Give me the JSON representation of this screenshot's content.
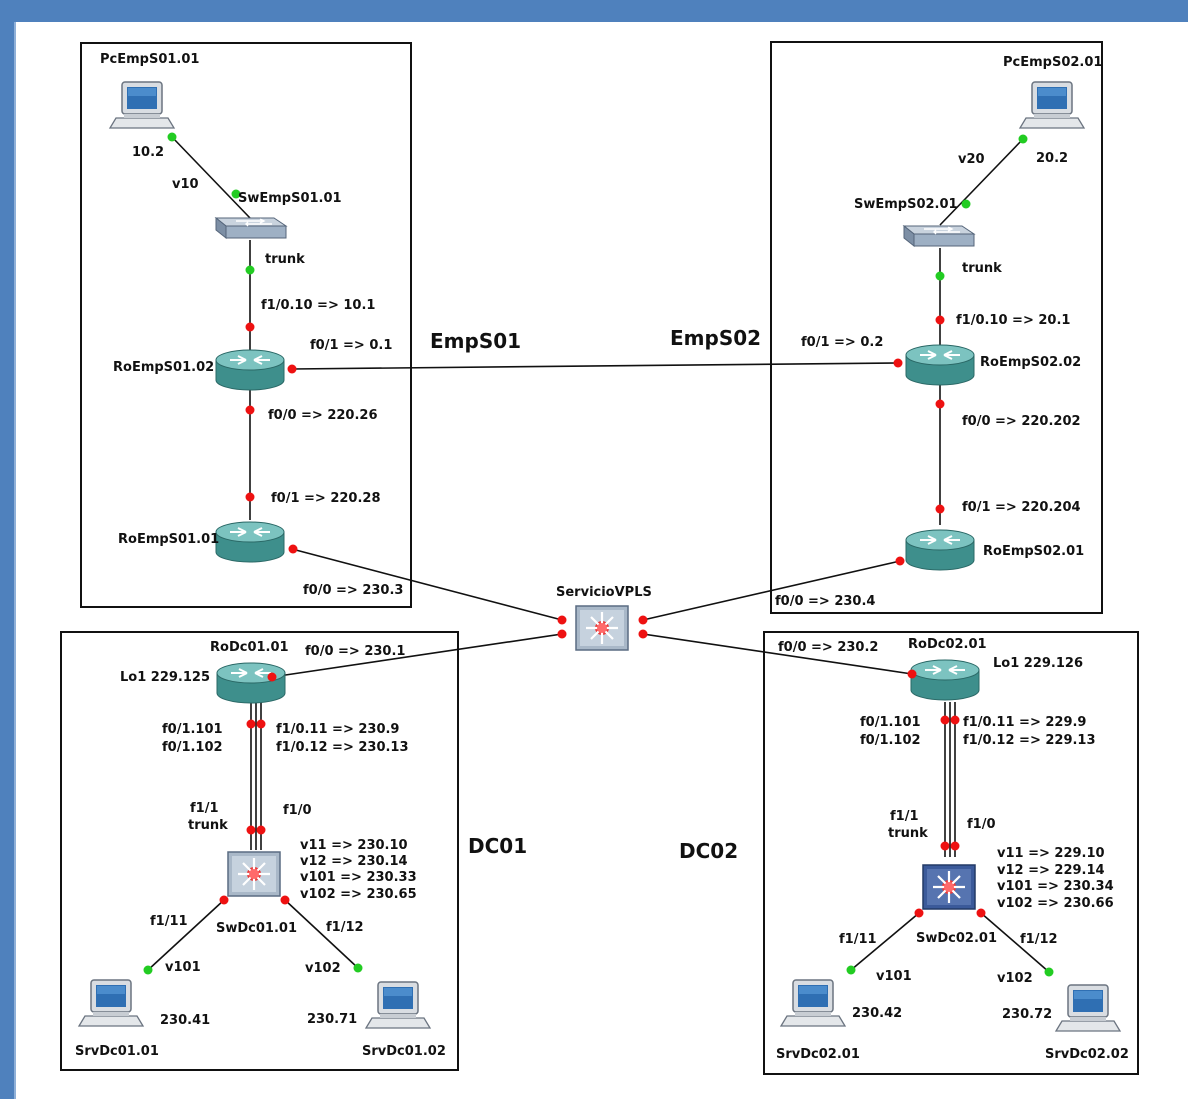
{
  "colors": {
    "frame": "#4f81bd",
    "router_body": "#3e8f8c",
    "router_top": "#7cc3c0",
    "switch_body": "#8fa4b8",
    "l3switch_body": "#9fb0c2",
    "l3switch_body_dark": "#3b5a9a",
    "port_up": "#22cc22",
    "port_down": "#ee1111",
    "link": "#111111"
  },
  "sites": {
    "emps01": "EmpS01",
    "emps02": "EmpS02",
    "dc01": "DC01",
    "dc02": "DC02"
  },
  "nodes": {
    "pc_emps01": "PcEmpS01.01",
    "sw_emps01": "SwEmpS01.01",
    "ro_emps01_02": "RoEmpS01.02",
    "ro_emps01_01": "RoEmpS01.01",
    "pc_emps02": "PcEmpS02.01",
    "sw_emps02": "SwEmpS02.01",
    "ro_emps02_02": "RoEmpS02.02",
    "ro_emps02_01": "RoEmpS02.01",
    "vpls": "ServicioVPLS",
    "rodc01": "RoDc01.01",
    "swdc01": "SwDc01.01",
    "srvdc01_01": "SrvDc01.01",
    "srvdc01_02": "SrvDc01.02",
    "rodc02": "RoDc02.01",
    "swdc02": "SwDc02.01",
    "srvdc02_01": "SrvDc02.01",
    "srvdc02_02": "SrvDc02.02"
  },
  "labels": {
    "pc1_ip": "10.2",
    "v10": "v10",
    "trunk1": "trunk",
    "f1_0_10_a": "f1/0.10 => 10.1",
    "f0_1_a": "f0/1 => 0.1",
    "f0_0_a": "f0/0 => 220.26",
    "f0_1_b": "f0/1 => 220.28",
    "f0_0_b": "f0/0 => 230.3",
    "pc2_ip": "20.2",
    "v20": "v20",
    "trunk2": "trunk",
    "f1_0_10_b": "f1/0.10 => 20.1",
    "f0_1_c": "f0/1 => 0.2",
    "f0_0_c": "f0/0 => 220.202",
    "f0_1_d": "f0/1 => 220.204",
    "f0_0_d": "f0/0 => 230.4",
    "dc01_f0_0": "f0/0 => 230.1",
    "dc01_lo1": "Lo1 229.125",
    "dc01_f0_1_101": "f0/1.101",
    "dc01_f0_1_102": "f0/1.102",
    "dc01_f1_0_11": "f1/0.11 => 230.9",
    "dc01_f1_0_12": "f1/0.12 => 230.13",
    "dc01_f1_1": "f1/1",
    "dc01_trunk": "trunk",
    "dc01_f1_0": "f1/0",
    "dc01_v11": "v11   => 230.10",
    "dc01_v12": "v12   => 230.14",
    "dc01_v101": "v101 => 230.33",
    "dc01_v102": "v102 => 230.65",
    "dc01_f1_11": "f1/11",
    "dc01_f1_12": "f1/12",
    "dc01_v101b": "v101",
    "dc01_v102b": "v102",
    "dc01_srv1_ip": "230.41",
    "dc01_srv2_ip": "230.71",
    "dc02_f0_0": "f0/0 => 230.2",
    "dc02_lo1": "Lo1 229.126",
    "dc02_f0_1_101": "f0/1.101",
    "dc02_f0_1_102": "f0/1.102",
    "dc02_f1_0_11": "f1/0.11 => 229.9",
    "dc02_f1_0_12": "f1/0.12 => 229.13",
    "dc02_f1_1": "f1/1",
    "dc02_trunk": "trunk",
    "dc02_f1_0": "f1/0",
    "dc02_v11": "v11   => 229.10",
    "dc02_v12": "v12   => 229.14",
    "dc02_v101": "v101 => 230.34",
    "dc02_v102": "v102 => 230.66",
    "dc02_f1_11": "f1/11",
    "dc02_f1_12": "f1/12",
    "dc02_v101b": "v101",
    "dc02_v102b": "v102",
    "dc02_srv1_ip": "230.42",
    "dc02_srv2_ip": "230.72"
  }
}
